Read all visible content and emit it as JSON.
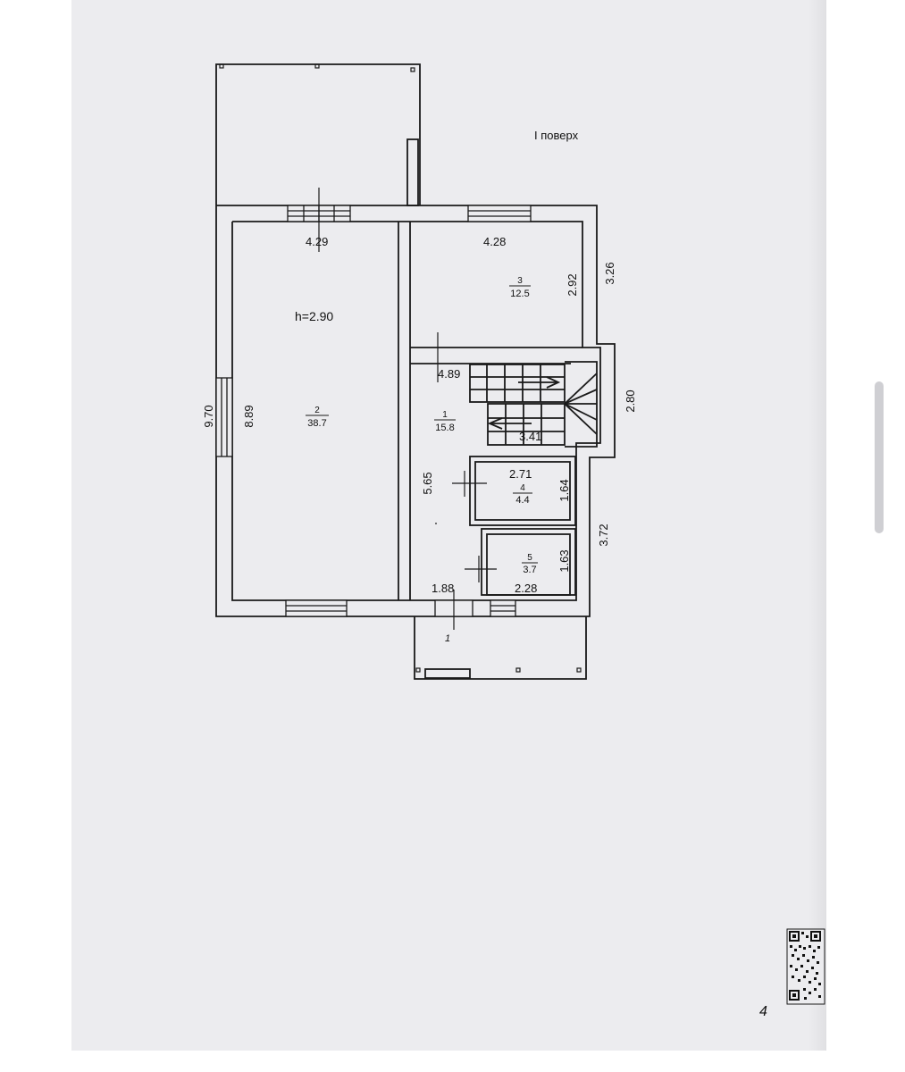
{
  "plan": {
    "floor_label": "I поверх",
    "ceiling_height": "h=2.90",
    "rooms": [
      {
        "number": "1",
        "area": "15.8"
      },
      {
        "number": "2",
        "area": "38.7"
      },
      {
        "number": "3",
        "area": "12.5"
      },
      {
        "number": "4",
        "area": "4.4"
      },
      {
        "number": "5",
        "area": "3.7"
      }
    ],
    "dimensions": {
      "room2_width": "4.29",
      "room3_width": "4.28",
      "room3_height": "2.92",
      "right_upper_height": "3.26",
      "stair_length": "4.89",
      "stair_width": "3.41",
      "stair_block_height": "2.80",
      "room4_width": "2.71",
      "room4_height": "1.64",
      "room5_height": "1.63",
      "right_lower_height": "3.72",
      "hall_height": "5.65",
      "room2_height": "8.89",
      "overall_height": "9.70",
      "hall_width": "1.88",
      "room5_width": "2.28"
    },
    "entrance_mark": "1",
    "corner_mark": "4"
  },
  "colors": {
    "paper": "#ececef",
    "line": "#1a1a1a",
    "scrollbar": "#cfcfd3"
  }
}
